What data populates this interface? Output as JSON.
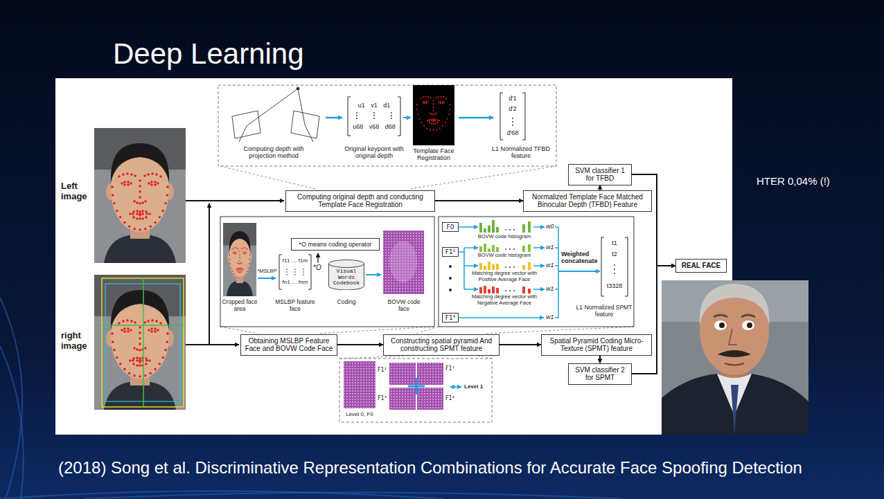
{
  "diagram": {
    "title": "Deep Learning",
    "caption": "(2018) Song et al. Discriminative Representation Combinations for Accurate Face Spoofing Detection",
    "nodes": [
      {
        "text": [
          "Computing original depth and conducting Template Face Registration"
        ]
      },
      {
        "text": [
          "Normalized Template Face Matched Binocular Depth (TFBD) Feature"
        ]
      },
      {
        "text": [
          "SVM classifier 1 for TFBD"
        ]
      },
      {
        "text": [
          "REAL FACE"
        ]
      },
      {
        "text": [
          "*O means coding operator"
        ]
      },
      {
        "text": [
          "Visual Words Codebook"
        ]
      },
      {
        "text": [
          "F0"
        ]
      },
      {
        "text": [
          "F1¹"
        ]
      },
      {
        "text": [
          "F1⁴"
        ]
      },
      {
        "text": [
          "Obtaining MSLBP Feature Face and BOVW Code Face"
        ]
      },
      {
        "text": [
          "Constructing spatial pyramid And constructing SPMT feature"
        ]
      },
      {
        "text": [
          "Spatial Pyramid Coding Micro-Texture (SPMT) feature"
        ]
      },
      {
        "text": [
          "SVM classifier 2 for SPMT"
        ]
      }
    ],
    "edges": [
      {
        "from": 0,
        "to": 1,
        "arrow": "to"
      },
      {
        "from": 1,
        "to": 2,
        "arrow": "to"
      },
      {
        "from": 2,
        "to": 3,
        "arrow": "to"
      },
      {
        "from": 9,
        "to": 10,
        "arrow": "to"
      },
      {
        "from": 10,
        "to": 11,
        "arrow": "to"
      },
      {
        "from": 11,
        "to": 12,
        "arrow": "to"
      },
      {
        "from": 12,
        "to": 3,
        "arrow": "to"
      }
    ],
    "labels": [
      "Left image",
      "right image",
      "Computing depth with projection method",
      "Original keypoint with original depth",
      "Template Face Registration",
      "L1 Normalized TFBD feature",
      "u1 v1 d1",
      "u68 v68 d68",
      "d'1",
      "d'2",
      "d'68",
      "*MSLBP",
      "f11 … f1m",
      "fn1 … fnm",
      "*O",
      "Cropped face area",
      "MSLBP feature face",
      "Coding",
      "BOVW code face",
      "BOVW code histogram",
      "BOVW code histogram",
      "Matching degree vector with Positive Average Face",
      "Matching degree vector with Negative Average Face",
      "w0",
      "w1",
      "w1",
      "w1",
      "w1",
      "Weighted concatenate",
      "t1",
      "t2",
      "t3328",
      "L1 Normalized SPMT feature",
      "Level 0, F0",
      "F1¹",
      "F1²",
      "F1³",
      "F1⁴",
      "Level 1",
      "HTER 0,04% (!)"
    ]
  }
}
